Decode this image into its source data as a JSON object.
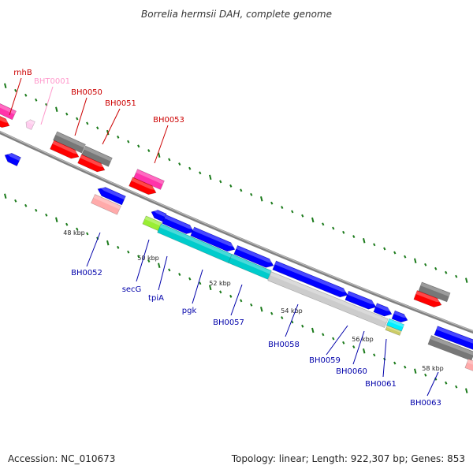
{
  "title": "Borrelia hermsii DAH, complete genome",
  "footer": {
    "accession": "Accession: NC_010673",
    "stats": "Topology: linear; Length: 922,307 bp; Genes: 853"
  },
  "colors": {
    "backbone": "#808080",
    "tick": "#1a7a1a",
    "label_top": "#cc0000",
    "label_trna": "#ff99cc",
    "label_bottom": "#0000aa",
    "feature_colors": [
      "#ff33aa",
      "#ff0000",
      "#0000ff",
      "#777777",
      "#ffaaaa",
      "#99ee33",
      "#00cccc",
      "#cccccc",
      "#00eeff",
      "#cccc66",
      "#ffccee"
    ]
  },
  "scale": {
    "ticks": [
      "48 kbp",
      "50 kbp",
      "52 kbp",
      "54 kbp",
      "56 kbp",
      "58 kbp"
    ]
  },
  "genes_top": [
    "rnhB",
    "BHT0001",
    "BH0050",
    "BH0051",
    "BH0053"
  ],
  "genes_bottom": [
    "BH0052",
    "secG",
    "tpiA",
    "pgk",
    "BH0057",
    "BH0058",
    "BH0059",
    "BH0060",
    "BH0061",
    "BH0063"
  ]
}
